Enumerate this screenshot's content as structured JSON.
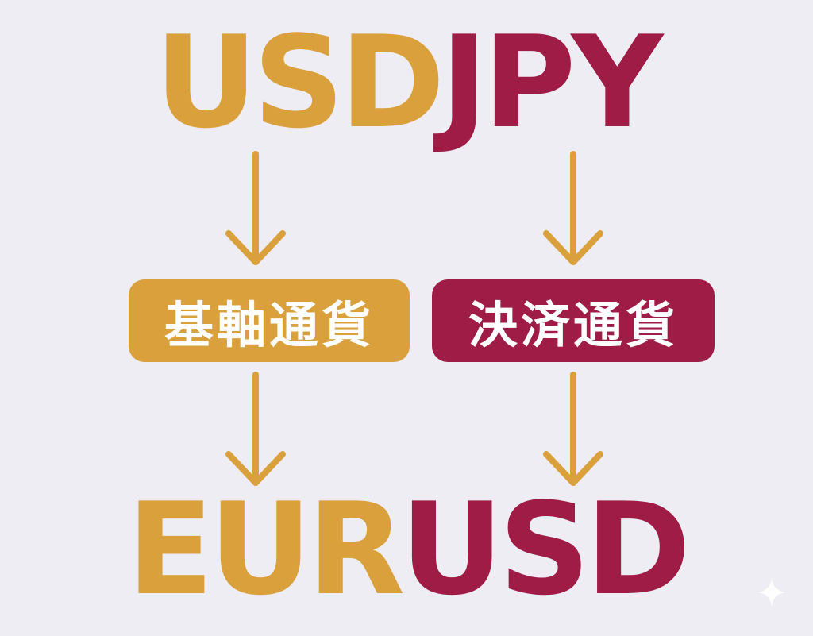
{
  "colors": {
    "base": "#d9a03b",
    "quote": "#9e1c45",
    "background": "#eeedf3",
    "label_text": "#ffffff"
  },
  "top_pair": {
    "base_code": "USD",
    "quote_code": "JPY"
  },
  "bottom_pair": {
    "base_code": "EUR",
    "quote_code": "USD"
  },
  "labels": {
    "base_currency": "基軸通貨",
    "quote_currency": "決済通貨"
  },
  "icons": {
    "arrow": "arrow-down-icon",
    "watermark": "sparkle-icon"
  }
}
